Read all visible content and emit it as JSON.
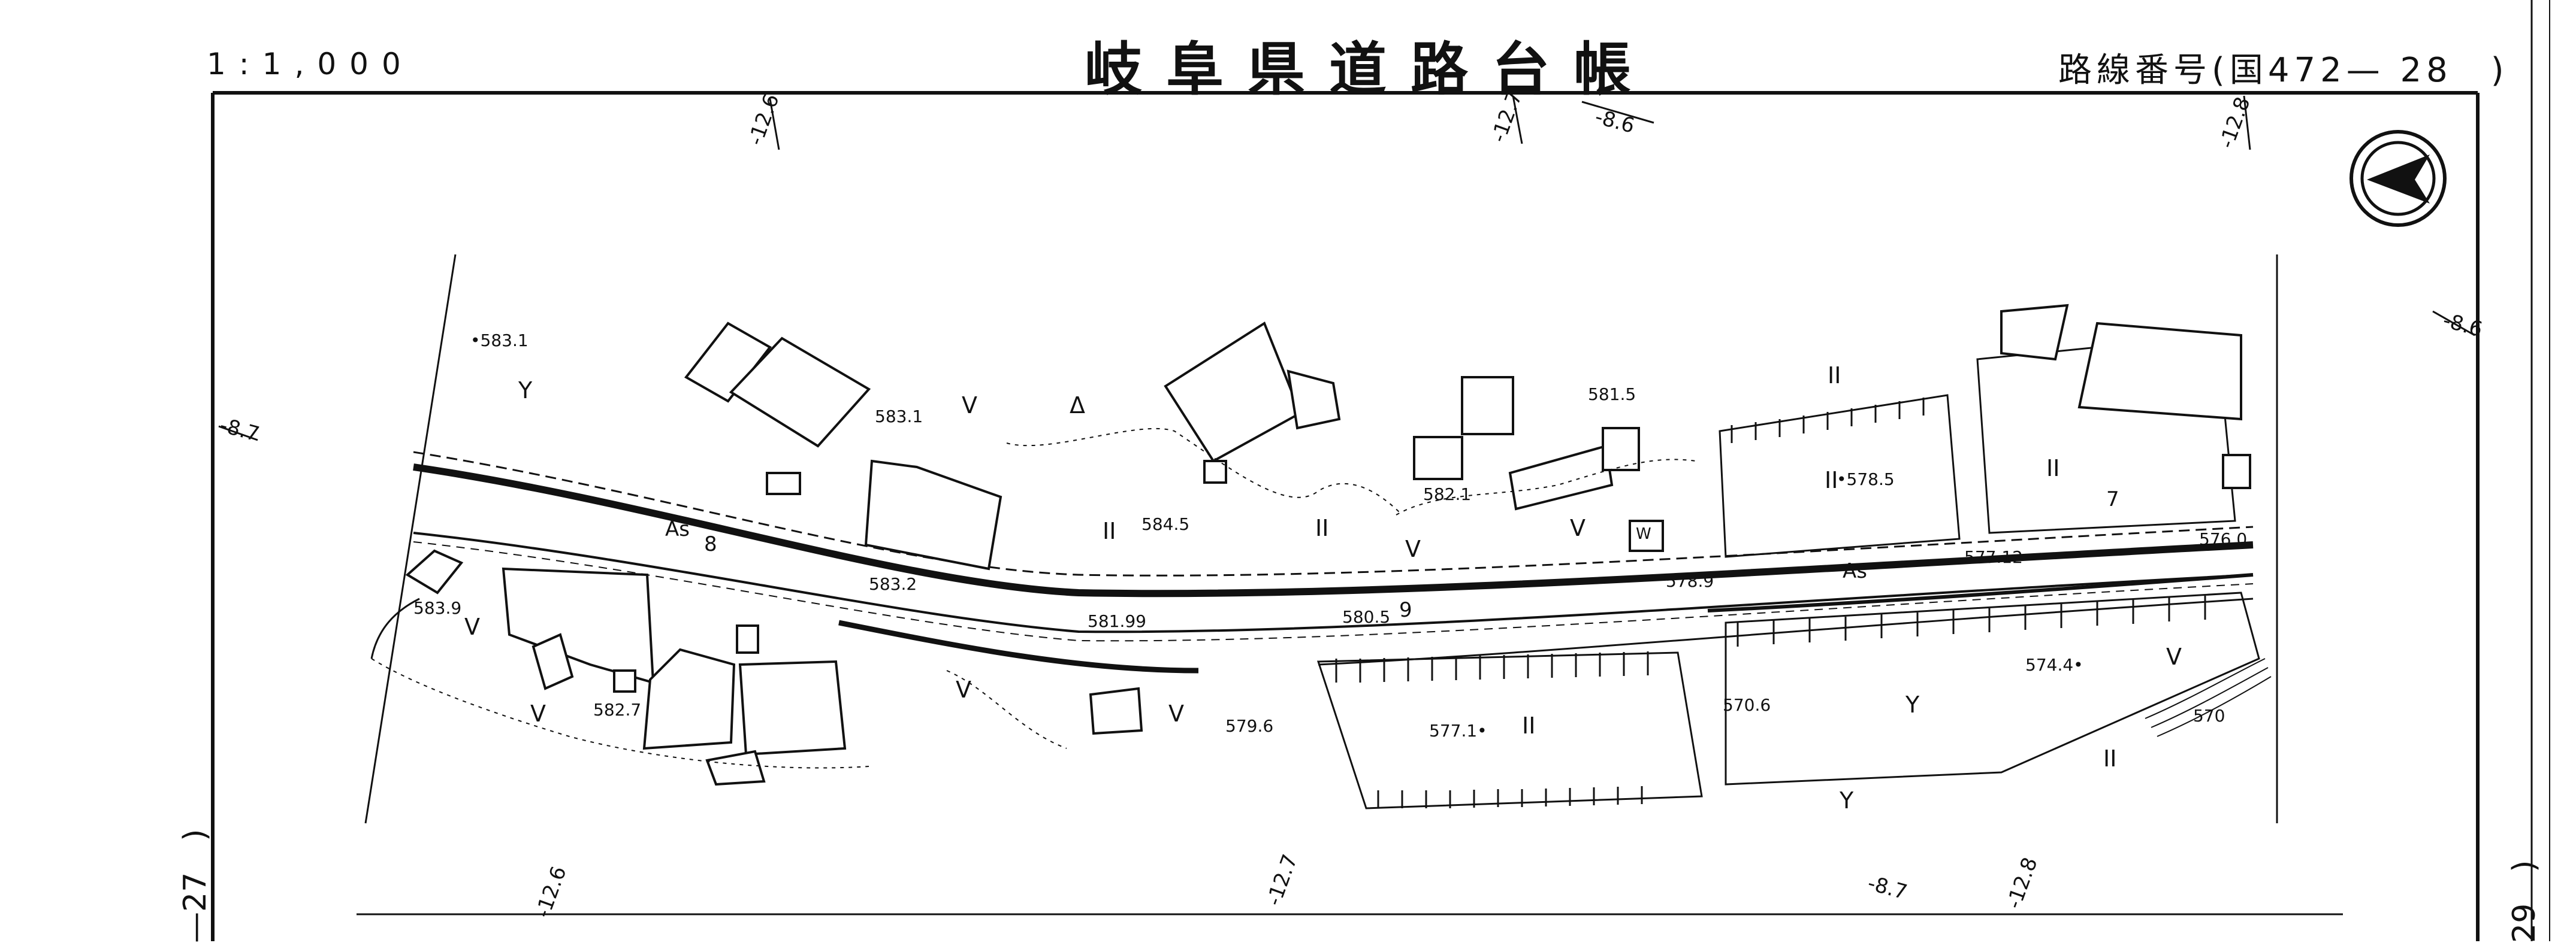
{
  "header": {
    "scale": "1:1,000",
    "title": "岐阜県道路台帳",
    "route_prefix": "路線番号",
    "route_value": "(国472— 28　)"
  },
  "sheet_refs": {
    "left": "—27　)",
    "right": "29　)"
  },
  "north_arrow": {
    "icon": "north-arrow-icon"
  },
  "grid_labels": [
    "-12.6",
    "-12.7",
    "-12.8",
    "-8.6",
    "-8.7"
  ],
  "elevations": [
    {
      "text": "•583.1"
    },
    {
      "text": "583.1"
    },
    {
      "text": "584.5"
    },
    {
      "text": "582.1"
    },
    {
      "text": "581.5"
    },
    {
      "text": "•578.5"
    },
    {
      "text": "583.9"
    },
    {
      "text": "583.2"
    },
    {
      "text": "581.99"
    },
    {
      "text": "580.5"
    },
    {
      "text": "578.9"
    },
    {
      "text": "577.12"
    },
    {
      "text": "576.0"
    },
    {
      "text": "582.7"
    },
    {
      "text": "579.6"
    },
    {
      "text": "577.1•"
    },
    {
      "text": "570.6"
    },
    {
      "text": "574.4•"
    },
    {
      "text": "570"
    }
  ],
  "road_labels": [
    {
      "text": "As"
    },
    {
      "text": "As"
    },
    {
      "text": "8"
    },
    {
      "text": "9"
    },
    {
      "text": "7"
    }
  ],
  "landuse_symbols": [
    {
      "text": "Y"
    },
    {
      "text": "V"
    },
    {
      "text": "Δ"
    },
    {
      "text": "II"
    },
    {
      "text": "II"
    },
    {
      "text": "II"
    },
    {
      "text": "V"
    },
    {
      "text": "V"
    },
    {
      "text": "V"
    },
    {
      "text": "V"
    },
    {
      "text": "II"
    },
    {
      "text": "II"
    },
    {
      "text": "Y"
    },
    {
      "text": "II"
    },
    {
      "text": "Y"
    },
    {
      "text": "V"
    },
    {
      "text": "V"
    },
    {
      "text": "V"
    },
    {
      "text": "II"
    },
    {
      "text": "W"
    }
  ]
}
